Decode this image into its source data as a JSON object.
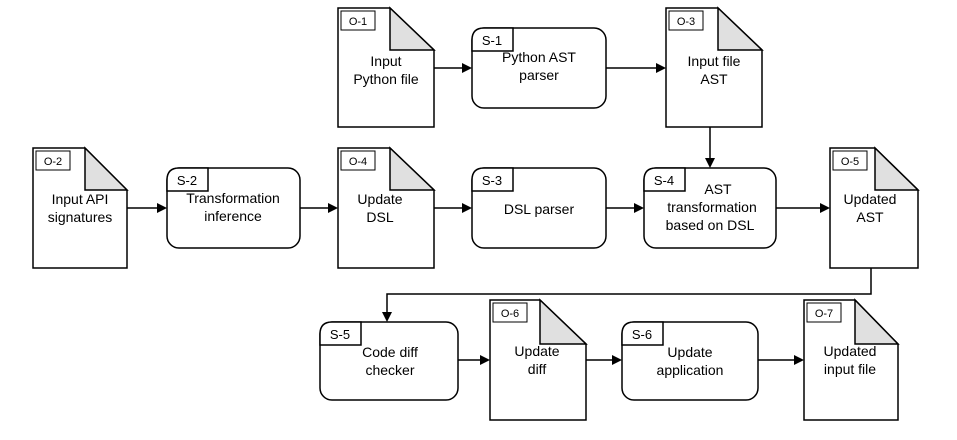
{
  "diagram": {
    "documents": [
      {
        "id": "O-1",
        "lines": [
          "Input",
          "Python file"
        ]
      },
      {
        "id": "O-2",
        "lines": [
          "Input API",
          "signatures"
        ]
      },
      {
        "id": "O-3",
        "lines": [
          "Input file",
          "AST"
        ]
      },
      {
        "id": "O-4",
        "lines": [
          "Update",
          "DSL"
        ]
      },
      {
        "id": "O-5",
        "lines": [
          "Updated",
          "AST"
        ]
      },
      {
        "id": "O-6",
        "lines": [
          "Update",
          "diff"
        ]
      },
      {
        "id": "O-7",
        "lines": [
          "Updated",
          "input file"
        ]
      }
    ],
    "steps": [
      {
        "id": "S-1",
        "lines": [
          "Python AST",
          "parser"
        ]
      },
      {
        "id": "S-2",
        "lines": [
          "Transformation",
          "inference"
        ]
      },
      {
        "id": "S-3",
        "lines": [
          "DSL parser"
        ]
      },
      {
        "id": "S-4",
        "lines": [
          "AST",
          "transformation",
          "based on DSL"
        ]
      },
      {
        "id": "S-5",
        "lines": [
          "Code diff",
          "checker"
        ]
      },
      {
        "id": "S-6",
        "lines": [
          "Update",
          "application"
        ]
      }
    ],
    "flows": [
      [
        "O-1",
        "S-1"
      ],
      [
        "S-1",
        "O-3"
      ],
      [
        "O-3",
        "S-4"
      ],
      [
        "O-2",
        "S-2"
      ],
      [
        "S-2",
        "O-4"
      ],
      [
        "O-4",
        "S-3"
      ],
      [
        "S-3",
        "S-4"
      ],
      [
        "S-4",
        "O-5"
      ],
      [
        "O-5",
        "S-5"
      ],
      [
        "S-5",
        "O-6"
      ],
      [
        "O-6",
        "S-6"
      ],
      [
        "S-6",
        "O-7"
      ]
    ]
  }
}
